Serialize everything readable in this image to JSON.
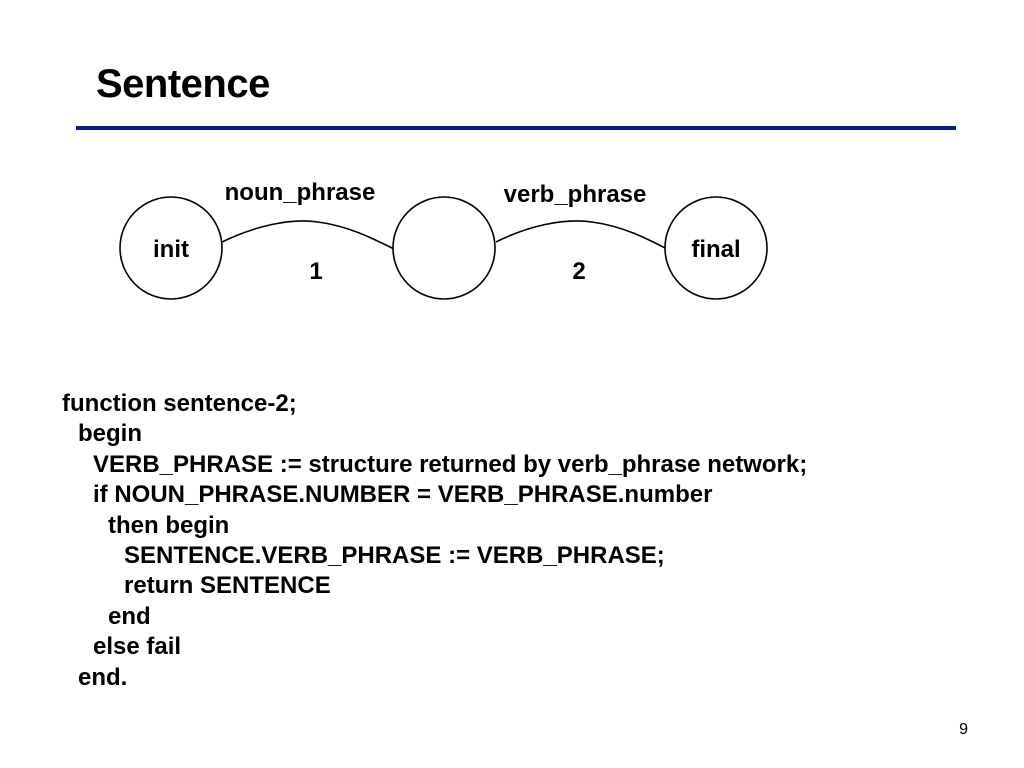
{
  "slide": {
    "title": "Sentence",
    "page_number": "9"
  },
  "diagram": {
    "nodes": [
      {
        "id": "init",
        "label": "init"
      },
      {
        "id": "middle",
        "label": ""
      },
      {
        "id": "final",
        "label": "final"
      }
    ],
    "arcs": [
      {
        "from": "init",
        "to": "middle",
        "label": "noun_phrase",
        "number": "1"
      },
      {
        "from": "middle",
        "to": "final",
        "label": "verb_phrase",
        "number": "2"
      }
    ]
  },
  "code": {
    "lines": [
      "function sentence-2;",
      "begin",
      "VERB_PHRASE := structure returned by verb_phrase network;",
      "if NOUN_PHRASE.NUMBER = VERB_PHRASE.number",
      "then begin",
      "SENTENCE.VERB_PHRASE := VERB_PHRASE;",
      "return SENTENCE",
      "end",
      "else fail",
      "end."
    ]
  },
  "colors": {
    "rule": "#0a18a0",
    "text": "#000000",
    "background": "#ffffff"
  }
}
